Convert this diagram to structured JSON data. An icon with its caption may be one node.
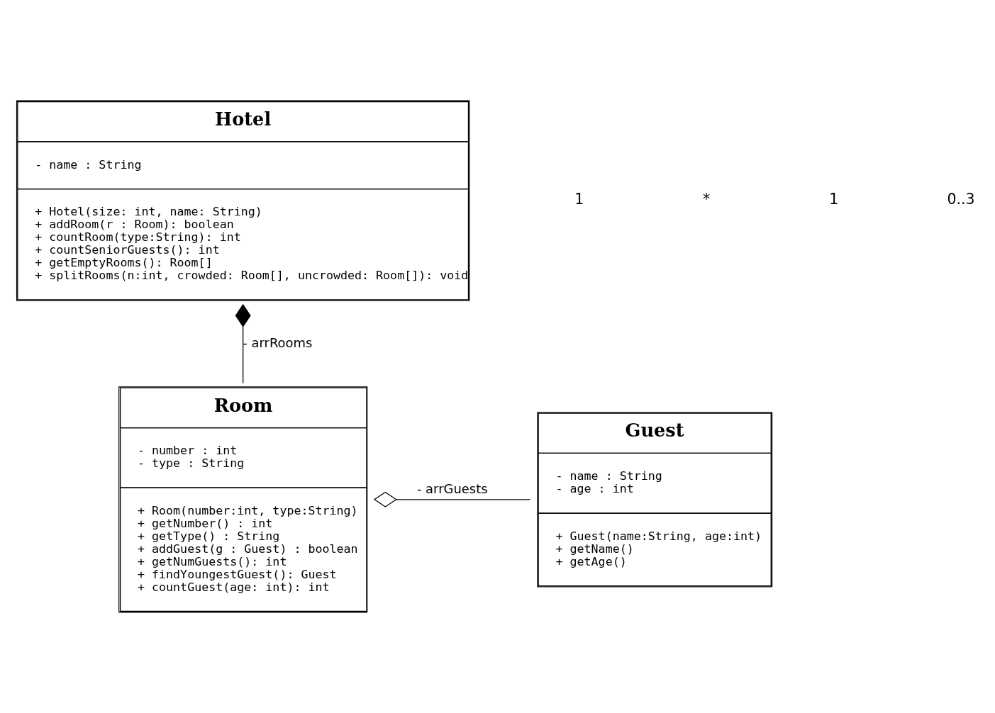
{
  "diagram": {
    "nodes": [
      {
        "text": [
          "Hotel",
          "- name : String",
          "+ Hotel(size: int, name: String)",
          "+ addRoom(r : Room): boolean",
          "+ countRoom(type:String): int",
          "+ countSeniorGuests(): int",
          "+ getEmptyRooms(): Room[]",
          "+ splitRooms(n:int, crowded: Room[], uncrowded: Room[]): void"
        ]
      },
      {
        "text": [
          "Room",
          "- number : int",
          "- type : String",
          "+ Room(number:int, type:String)",
          "+ getNumber() : int",
          "+ getType() : String",
          "+ addGuest(g : Guest) : boolean",
          "+ getNumGuests(): int",
          "+ findYoungestGuest(): Guest",
          "+ countGuest(age: int): int"
        ]
      },
      {
        "text": [
          "Guest",
          "- name : String",
          "- age : int",
          "+ Guest(name:String, age:int)",
          "+ getName()",
          "+ getAge()"
        ]
      }
    ],
    "edges": [
      {
        "from": 0,
        "to": 1,
        "arrow": "other",
        "label": "- arrRooms"
      },
      {
        "from": 1,
        "to": 2,
        "arrow": "other",
        "label": "- arrGuests"
      }
    ],
    "labels": [
      "1",
      "*",
      "1",
      "0..3"
    ]
  }
}
